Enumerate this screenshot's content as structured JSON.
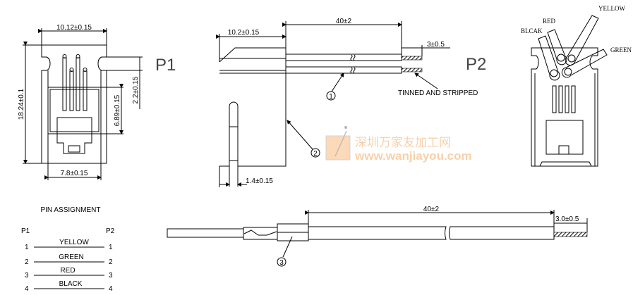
{
  "views": {
    "front": {
      "label": "P1",
      "dim_width": "10.12±0.15",
      "dim_height": "18.24±0.1",
      "dim_notch": "2.2±0.15",
      "dim_window": "6.89±0.15",
      "dim_bottom": "7.8±0.15"
    },
    "side": {
      "label": "P2",
      "dim_body": "10.2±0.15",
      "dim_cable": "40±2",
      "dim_strip": "3±0.5",
      "dim_latch": "1.4±0.15",
      "note": "TINNED AND STRIPPED",
      "callout_1": "1",
      "callout_2": "2"
    },
    "wired": {
      "wire_labels": [
        "BLCAK",
        "RED",
        "YELLOW",
        "GREEN"
      ]
    },
    "bottom": {
      "dim_cable": "40±2",
      "dim_strip": "3.0±0.5",
      "callout_3": "3"
    }
  },
  "pin_assignment": {
    "title": "PIN ASSIGNMENT",
    "left_header": "P1",
    "right_header": "P2",
    "rows": [
      {
        "p1": "1",
        "color": "YELLOW",
        "p2": "1"
      },
      {
        "p1": "2",
        "color": "GREEN",
        "p2": "2"
      },
      {
        "p1": "3",
        "color": "RED",
        "p2": "3"
      },
      {
        "p1": "4",
        "color": "BLACK",
        "p2": "4"
      }
    ]
  },
  "watermark": {
    "cn": "深圳万家友加工网",
    "url": "www.wanjiayou.com"
  }
}
